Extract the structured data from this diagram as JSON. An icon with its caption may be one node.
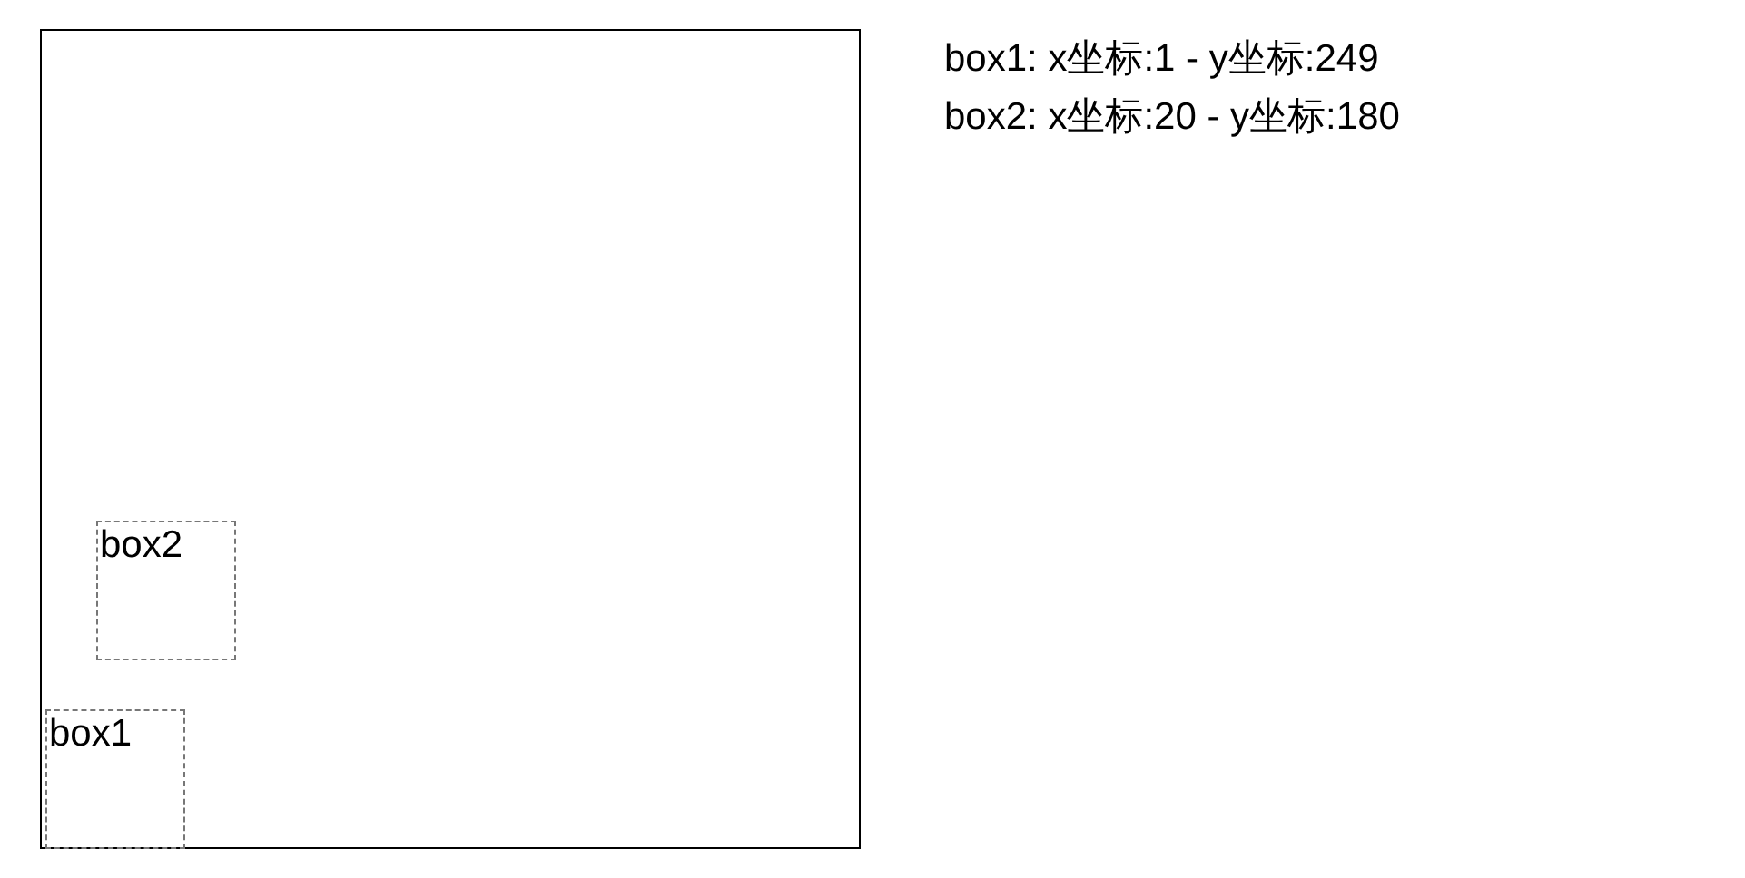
{
  "diagram": {
    "nodes": [
      {
        "text": [],
        "shape": "box"
      },
      {
        "text": [
          "box2"
        ],
        "in": 0
      },
      {
        "text": [
          "box1"
        ],
        "in": 0
      }
    ],
    "labels": [
      "box1: x坐标:1 - y坐标:249",
      "box2: x坐标:20 - y坐标:180"
    ]
  }
}
